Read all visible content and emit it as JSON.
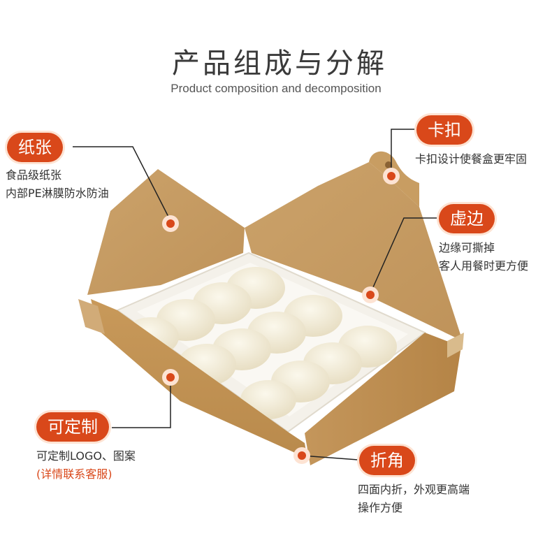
{
  "header": {
    "title": "产品组成与分解",
    "subtitle": "Product composition and decomposition"
  },
  "callouts": {
    "paper": {
      "label": "纸张",
      "lines": [
        "食品级纸张",
        "内部PE淋膜防水防油"
      ]
    },
    "clasp": {
      "label": "卡扣",
      "lines": [
        "卡扣设计使餐盒更牢固"
      ]
    },
    "edge": {
      "label": "虚边",
      "lines": [
        "边缘可撕掉",
        "客人用餐时更方便"
      ]
    },
    "custom": {
      "label": "可定制",
      "lines": [
        "可定制LOGO、图案"
      ],
      "note": "(详情联系客服)"
    },
    "fold": {
      "label": "折角",
      "lines": [
        "四面内折，外观更高端",
        "操作方便"
      ]
    }
  },
  "colors": {
    "accent": "#d9481a",
    "kraft": "#c59a5e",
    "dumpling": "#f3edd9"
  },
  "product": {
    "description_icon": "kraft-paper-box-with-dumplings"
  }
}
